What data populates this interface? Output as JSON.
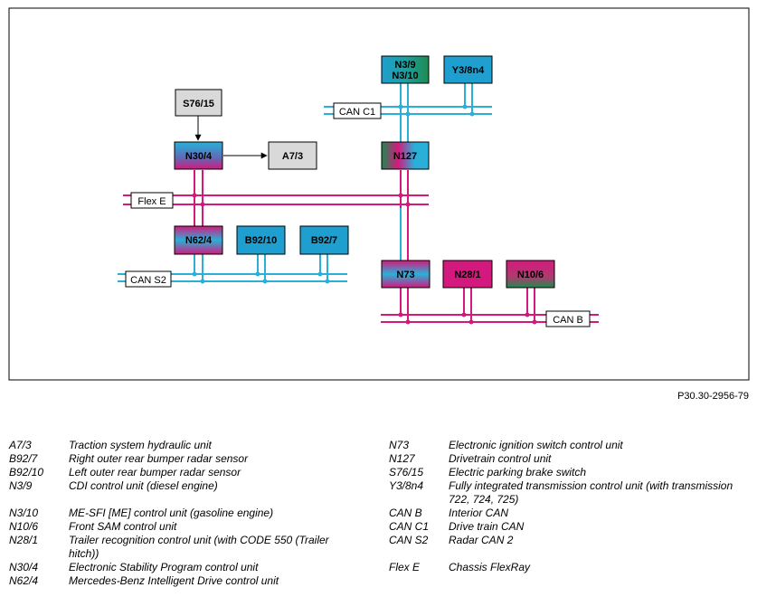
{
  "diagram": {
    "modules": {
      "s76_15": "S76/15",
      "n30_4": "N30/4",
      "a7_3": "A7/3",
      "n62_4": "N62/4",
      "b92_10": "B92/10",
      "b92_7": "B92/7",
      "n3_9_line1": "N3/9",
      "n3_9_line2": "N3/10",
      "y3_8n4": "Y3/8n4",
      "n127": "N127",
      "n73": "N73",
      "n28_1": "N28/1",
      "n10_6": "N10/6"
    },
    "buses": {
      "can_c1": "CAN C1",
      "flex_e": "Flex E",
      "can_s2": "CAN S2",
      "can_b": "CAN B"
    },
    "colors": {
      "can_cyan": "#2ab0d8",
      "flexray_magenta": "#d4197e",
      "gray_box": "#d9d9d9",
      "green": "#1e8a4e",
      "cyan_box": "#1e9fd0"
    }
  },
  "figure_ref": "P30.30-2956-79",
  "legend": {
    "left": [
      {
        "code": "A7/3",
        "desc": "Traction system hydraulic unit"
      },
      {
        "code": "B92/7",
        "desc": "Right outer rear bumper radar sensor"
      },
      {
        "code": "B92/10",
        "desc": "Left outer rear bumper radar sensor"
      },
      {
        "code": "N3/9",
        "desc": "CDI control unit (diesel engine)"
      },
      {
        "code": "N3/10",
        "desc": "ME-SFI [ME] control unit (gasoline engine)"
      },
      {
        "code": "N10/6",
        "desc": "Front SAM control unit"
      },
      {
        "code": "N28/1",
        "desc": "Trailer recognition control unit (with CODE 550 (Trailer hitch))"
      },
      {
        "code": "N30/4",
        "desc": "Electronic Stability Program control unit"
      },
      {
        "code": "N62/4",
        "desc": "Mercedes-Benz Intelligent Drive control unit"
      }
    ],
    "right": [
      {
        "code": "N73",
        "desc": "Electronic ignition switch control unit"
      },
      {
        "code": "N127",
        "desc": "Drivetrain control unit"
      },
      {
        "code": "S76/15",
        "desc": "Electric parking brake switch"
      },
      {
        "code": "Y3/8n4",
        "desc": "Fully integrated transmission control unit (with transmission 722, 724, 725)"
      },
      {
        "code": "CAN B",
        "desc": "Interior CAN"
      },
      {
        "code": "CAN C1",
        "desc": "Drive train CAN"
      },
      {
        "code": "CAN S2",
        "desc": "Radar CAN 2"
      },
      {
        "code": "Flex E",
        "desc": "Chassis FlexRay"
      }
    ]
  }
}
